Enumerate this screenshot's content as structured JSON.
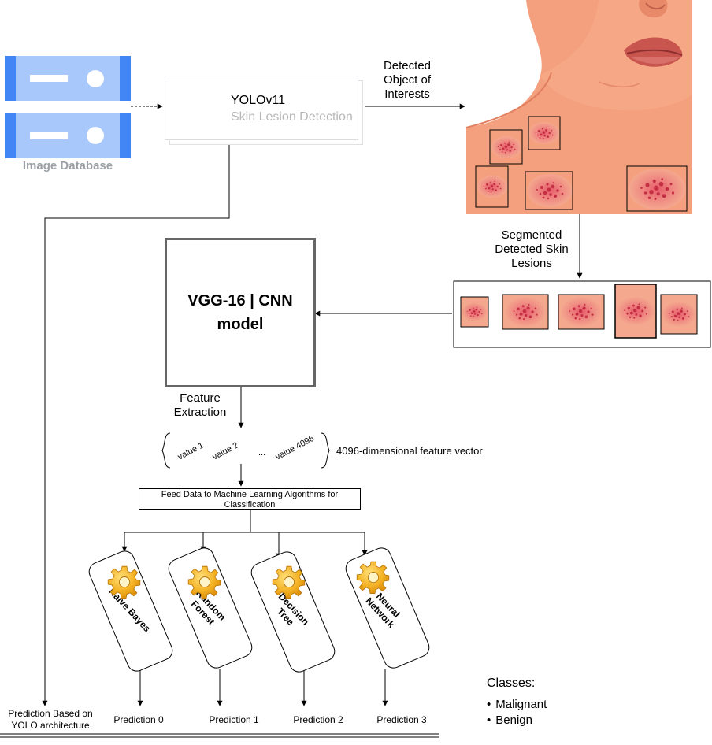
{
  "database": {
    "caption": "Image Database"
  },
  "yolo": {
    "title": "YOLOv11",
    "subtitle": "Skin Lesion Detection"
  },
  "labels": {
    "detected": "Detected Object of Interests",
    "segmented": "Segmented Detected Skin Lesions",
    "feature": "Feature Extraction",
    "vector": "4096-dimensional feature vector"
  },
  "vgg": {
    "line1": "VGG-16 | CNN",
    "line2": "model"
  },
  "vector": {
    "items": [
      "value 1",
      "value 2",
      "...",
      "value 4096"
    ]
  },
  "feed": {
    "text": "Feed Data to Machine Learning Algorithms for Classification"
  },
  "algorithms": [
    {
      "name": "Naive Bayes",
      "prediction": "Prediction 0"
    },
    {
      "name": "Random Forest",
      "prediction": "Prediction 1"
    },
    {
      "name": "Decision Tree",
      "prediction": "Prediction 2"
    },
    {
      "name": "Neural Network",
      "prediction": "Prediction 3"
    }
  ],
  "yolo_prediction": "Prediction Based on YOLO architecture",
  "classes": {
    "title": "Classes:",
    "items": [
      "Malignant",
      "Benign"
    ]
  },
  "colors": {
    "database_blue": "#4285f4",
    "database_light": "#a8c7fa",
    "skin": "#f4a07e",
    "lesion": "#d23a48",
    "gear": "#f2a516"
  }
}
